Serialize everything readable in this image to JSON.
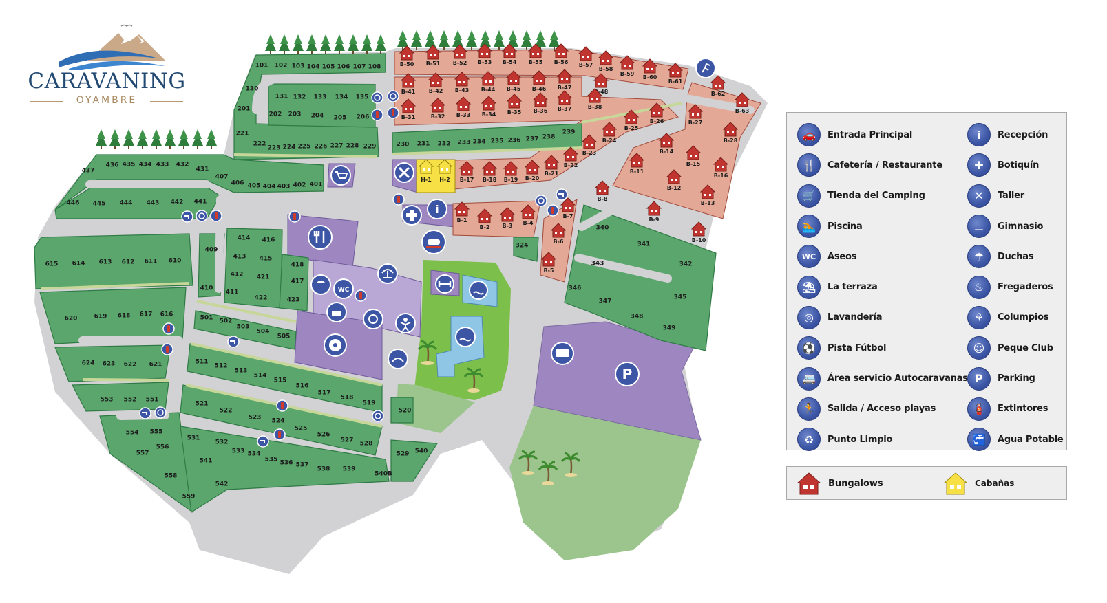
{
  "brand": {
    "name": "CARAVANING",
    "subtitle": "OYAMBRE",
    "registered_mark": "®",
    "colors": {
      "navy": "#234a72",
      "wave_blue": "#2f6db5",
      "gold": "#a88a61"
    }
  },
  "colors": {
    "road": "#d2d2d4",
    "plot_green": "#5aa66c",
    "plot_border": "#2f7a45",
    "bungalow_zone": "#e4a896",
    "bungalow_house": "#c0352f",
    "cabin_yellow": "#f7e046",
    "facility_purple": "#9e87c1",
    "pool_blue": "#8fc6e6",
    "park_green": "#7cbf4a",
    "open_field": "#9cc48d",
    "icon_blue": "#3c56a5"
  },
  "legend": {
    "left": [
      {
        "label": "Entrada Principal",
        "icon": "car-gate-icon",
        "glyph": "🚗"
      },
      {
        "label": "Cafetería / Restaurante",
        "icon": "fork-knife-icon",
        "glyph": "🍴"
      },
      {
        "label": "Tienda del Camping",
        "icon": "shopping-cart-icon",
        "glyph": "🛒"
      },
      {
        "label": "Piscina",
        "icon": "swimmer-icon",
        "glyph": "🏊"
      },
      {
        "label": "Aseos",
        "icon": "toilet-wc-icon",
        "glyph": "WC"
      },
      {
        "label": "La terraza",
        "icon": "terrace-icon",
        "glyph": "⛱"
      },
      {
        "label": "Lavandería",
        "icon": "washing-machine-icon",
        "glyph": "◎"
      },
      {
        "label": "Pista Fútbol",
        "icon": "football-icon",
        "glyph": "⚽"
      },
      {
        "label": "Área servicio Autocaravanas",
        "icon": "motorhome-icon",
        "glyph": "🚐"
      },
      {
        "label": "Salida / Acceso playas",
        "icon": "exit-runner-icon",
        "glyph": "🏃"
      },
      {
        "label": "Punto Limpio",
        "icon": "recycle-icon",
        "glyph": "♻"
      }
    ],
    "right": [
      {
        "label": "Recepción",
        "icon": "info-icon",
        "glyph": "i"
      },
      {
        "label": "Botiquín",
        "icon": "first-aid-cross-icon",
        "glyph": "✚"
      },
      {
        "label": "Taller",
        "icon": "tools-icon",
        "glyph": "✕"
      },
      {
        "label": "Gimnasio",
        "icon": "dumbbell-icon",
        "glyph": "⚊"
      },
      {
        "label": "Duchas",
        "icon": "shower-icon",
        "glyph": "☂"
      },
      {
        "label": "Fregaderos",
        "icon": "sink-icon",
        "glyph": "♨"
      },
      {
        "label": "Columpios",
        "icon": "swing-icon",
        "glyph": "⚘"
      },
      {
        "label": "Peque Club",
        "icon": "kids-club-icon",
        "glyph": "☺"
      },
      {
        "label": "Parking",
        "icon": "parking-icon",
        "glyph": "P"
      },
      {
        "label": "Extintores",
        "icon": "extinguisher-icon",
        "glyph": "🧯"
      },
      {
        "label": "Agua Potable",
        "icon": "water-tap-icon",
        "glyph": "🚰"
      }
    ]
  },
  "legend_accommodation": {
    "bungalows": "Bungalows",
    "cabanas": "Cabañas"
  },
  "map": {
    "parking_letter": "P",
    "reception_letter": "i"
  },
  "plots": [
    [
      "101",
      380,
      95
    ],
    [
      "102",
      408,
      95
    ],
    [
      "103",
      433,
      96
    ],
    [
      "104",
      455,
      97
    ],
    [
      "105",
      477,
      97
    ],
    [
      "106",
      499,
      97
    ],
    [
      "107",
      522,
      97
    ],
    [
      "108",
      544,
      97
    ],
    [
      "130",
      366,
      129
    ],
    [
      "201",
      354,
      158
    ],
    [
      "221",
      352,
      194
    ],
    [
      "222",
      377,
      209
    ],
    [
      "223",
      398,
      215
    ],
    [
      "224",
      420,
      214
    ],
    [
      "225",
      442,
      213
    ],
    [
      "226",
      466,
      213
    ],
    [
      "227",
      489,
      212
    ],
    [
      "228",
      512,
      212
    ],
    [
      "229",
      537,
      213
    ],
    [
      "131",
      409,
      140
    ],
    [
      "132",
      435,
      141
    ],
    [
      "133",
      465,
      141
    ],
    [
      "134",
      496,
      141
    ],
    [
      "135",
      526,
      141
    ],
    [
      "202",
      400,
      166
    ],
    [
      "203",
      428,
      166
    ],
    [
      "204",
      461,
      168
    ],
    [
      "205",
      494,
      171
    ],
    [
      "206",
      527,
      170
    ],
    [
      "437",
      128,
      248
    ],
    [
      "436",
      163,
      240
    ],
    [
      "435",
      187,
      239
    ],
    [
      "434",
      211,
      239
    ],
    [
      "433",
      236,
      239
    ],
    [
      "432",
      265,
      239
    ],
    [
      "431",
      294,
      246
    ],
    [
      "407",
      322,
      257
    ],
    [
      "406",
      345,
      266
    ],
    [
      "405",
      369,
      270
    ],
    [
      "404",
      391,
      271
    ],
    [
      "403",
      412,
      271
    ],
    [
      "402",
      435,
      269
    ],
    [
      "401",
      459,
      268
    ],
    [
      "446",
      106,
      295
    ],
    [
      "445",
      144,
      296
    ],
    [
      "444",
      183,
      295
    ],
    [
      "443",
      222,
      295
    ],
    [
      "442",
      257,
      294
    ],
    [
      "441",
      291,
      293
    ],
    [
      "615",
      75,
      384
    ],
    [
      "614",
      114,
      383
    ],
    [
      "613",
      153,
      381
    ],
    [
      "612",
      186,
      381
    ],
    [
      "611",
      219,
      380
    ],
    [
      "610",
      254,
      379
    ],
    [
      "620",
      103,
      463
    ],
    [
      "619",
      146,
      460
    ],
    [
      "618",
      180,
      459
    ],
    [
      "617",
      212,
      457
    ],
    [
      "616",
      242,
      457
    ],
    [
      "624",
      128,
      528
    ],
    [
      "623",
      158,
      529
    ],
    [
      "622",
      189,
      530
    ],
    [
      "621",
      226,
      530
    ],
    [
      "553",
      155,
      581
    ],
    [
      "552",
      189,
      581
    ],
    [
      "551",
      221,
      581
    ],
    [
      "554",
      192,
      629
    ],
    [
      "555",
      227,
      628
    ],
    [
      "557",
      207,
      659
    ],
    [
      "556",
      236,
      650
    ],
    [
      "558",
      248,
      692
    ],
    [
      "559",
      274,
      722
    ],
    [
      "409",
      307,
      363
    ],
    [
      "410",
      300,
      419
    ],
    [
      "411",
      337,
      425
    ],
    [
      "412",
      344,
      399
    ],
    [
      "413",
      348,
      373
    ],
    [
      "414",
      354,
      346
    ],
    [
      "415",
      386,
      376
    ],
    [
      "416",
      390,
      349
    ],
    [
      "421",
      382,
      403
    ],
    [
      "422",
      379,
      433
    ],
    [
      "418",
      432,
      385
    ],
    [
      "417",
      432,
      409
    ],
    [
      "423",
      426,
      436
    ],
    [
      "501",
      300,
      462
    ],
    [
      "502",
      328,
      467
    ],
    [
      "503",
      353,
      475
    ],
    [
      "504",
      382,
      482
    ],
    [
      "505",
      412,
      489
    ],
    [
      "511",
      293,
      526
    ],
    [
      "512",
      321,
      532
    ],
    [
      "513",
      350,
      539
    ],
    [
      "514",
      378,
      546
    ],
    [
      "515",
      407,
      553
    ],
    [
      "516",
      439,
      561
    ],
    [
      "517",
      471,
      571
    ],
    [
      "518",
      504,
      578
    ],
    [
      "519",
      536,
      586
    ],
    [
      "520",
      588,
      597
    ],
    [
      "521",
      293,
      587
    ],
    [
      "522",
      328,
      597
    ],
    [
      "523",
      370,
      607
    ],
    [
      "524",
      404,
      612
    ],
    [
      "525",
      437,
      623
    ],
    [
      "526",
      470,
      632
    ],
    [
      "527",
      504,
      640
    ],
    [
      "528",
      532,
      645
    ],
    [
      "531",
      281,
      637
    ],
    [
      "532",
      322,
      643
    ],
    [
      "533",
      346,
      656
    ],
    [
      "534",
      369,
      660
    ],
    [
      "535",
      394,
      668
    ],
    [
      "536",
      416,
      673
    ],
    [
      "537",
      439,
      676
    ],
    [
      "538",
      470,
      682
    ],
    [
      "539",
      507,
      682
    ],
    [
      "540B",
      557,
      689
    ],
    [
      "529",
      585,
      660
    ],
    [
      "540",
      612,
      656
    ],
    [
      "541",
      299,
      670
    ],
    [
      "542",
      322,
      704
    ],
    [
      "230",
      585,
      210
    ],
    [
      "231",
      615,
      209
    ],
    [
      "232",
      645,
      209
    ],
    [
      "233",
      674,
      207
    ],
    [
      "234",
      696,
      206
    ],
    [
      "235",
      722,
      205
    ],
    [
      "236",
      747,
      204
    ],
    [
      "237",
      773,
      202
    ],
    [
      "238",
      797,
      199
    ],
    [
      "239",
      826,
      192
    ],
    [
      "324",
      758,
      357
    ],
    [
      "340",
      875,
      331
    ],
    [
      "341",
      935,
      355
    ],
    [
      "342",
      996,
      384
    ],
    [
      "343",
      868,
      383
    ],
    [
      "345",
      988,
      432
    ],
    [
      "346",
      835,
      419
    ],
    [
      "347",
      879,
      438
    ],
    [
      "348",
      925,
      460
    ],
    [
      "349",
      972,
      477
    ]
  ],
  "bungalows": [
    [
      "B-50",
      591,
      90
    ],
    [
      "B-51",
      629,
      89
    ],
    [
      "B-52",
      668,
      88
    ],
    [
      "B-53",
      704,
      87
    ],
    [
      "B-54",
      740,
      87
    ],
    [
      "B-55",
      778,
      87
    ],
    [
      "B-56",
      815,
      87
    ],
    [
      "B-57",
      851,
      91
    ],
    [
      "B-58",
      880,
      97
    ],
    [
      "B-59",
      911,
      104
    ],
    [
      "B-60",
      944,
      109
    ],
    [
      "B-61",
      981,
      115
    ],
    [
      "B-41",
      593,
      130
    ],
    [
      "B-42",
      633,
      129
    ],
    [
      "B-43",
      671,
      128
    ],
    [
      "B-44",
      709,
      127
    ],
    [
      "B-45",
      746,
      126
    ],
    [
      "B-46",
      783,
      126
    ],
    [
      "B-47",
      820,
      124
    ],
    [
      "B-48",
      873,
      130
    ],
    [
      "B-31",
      593,
      167
    ],
    [
      "B-32",
      636,
      166
    ],
    [
      "B-33",
      673,
      164
    ],
    [
      "B-34",
      710,
      163
    ],
    [
      "B-35",
      747,
      160
    ],
    [
      "B-36",
      785,
      158
    ],
    [
      "B-37",
      820,
      155
    ],
    [
      "B-38",
      864,
      152
    ],
    [
      "B-26",
      954,
      173
    ],
    [
      "B-25",
      917,
      183
    ],
    [
      "B-24",
      885,
      201
    ],
    [
      "B-23",
      856,
      219
    ],
    [
      "B-22",
      829,
      237
    ],
    [
      "B-21",
      801,
      249
    ],
    [
      "B-20",
      773,
      256
    ],
    [
      "B-19",
      742,
      258
    ],
    [
      "B-18",
      711,
      258
    ],
    [
      "B-17",
      678,
      258
    ],
    [
      "B-62",
      1043,
      133
    ],
    [
      "B-63",
      1078,
      158
    ],
    [
      "B-27",
      1010,
      175
    ],
    [
      "B-28",
      1061,
      201
    ],
    [
      "B-14",
      968,
      217
    ],
    [
      "B-15",
      1007,
      235
    ],
    [
      "B-16",
      1047,
      252
    ],
    [
      "B-11",
      925,
      246
    ],
    [
      "B-12",
      979,
      270
    ],
    [
      "B-13",
      1028,
      292
    ],
    [
      "B-8",
      875,
      286
    ],
    [
      "B-9",
      950,
      316
    ],
    [
      "B-10",
      1015,
      346
    ],
    [
      "B-1",
      671,
      317
    ],
    [
      "B-2",
      704,
      327
    ],
    [
      "B-3",
      737,
      325
    ],
    [
      "B-4",
      767,
      321
    ],
    [
      "B-7",
      825,
      311
    ],
    [
      "B-6",
      811,
      348
    ],
    [
      "B-5",
      797,
      390
    ]
  ],
  "cabins": [
    [
      "H-1",
      619,
      260
    ],
    [
      "H-2",
      646,
      260
    ]
  ]
}
